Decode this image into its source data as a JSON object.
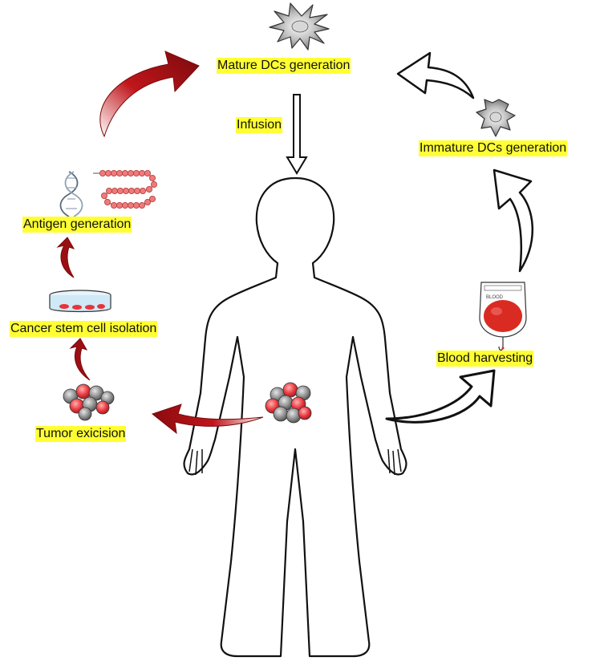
{
  "labels": {
    "mature_dcs": "Mature DCs generation",
    "infusion": "Infusion",
    "immature_dcs": "Immature DCs generation",
    "antigen": "Antigen generation",
    "cancer_stem": "Cancer stem cell isolation",
    "tumor": "Tumor exicision",
    "blood": "Blood harvesting",
    "blood_bag_text": "BLOOD"
  },
  "colors": {
    "label_highlight": "#ffff33",
    "dark_red_arrow": "#9b0f12",
    "red_cell": "#e8333a",
    "gray_cell": "#8a8a8a",
    "blood": "#d92b22",
    "dish_liquid": "#cfe9f7"
  },
  "icons": {
    "mature_dc": "mature-dendritic-cell-icon",
    "immature_dc": "immature-dendritic-cell-icon",
    "dna": "dna-helix-icon",
    "peptide": "peptide-chain-icon",
    "dish": "petri-dish-icon",
    "tumor": "tumor-cell-cluster-icon",
    "blood_bag": "blood-bag-icon",
    "body": "human-silhouette-icon"
  }
}
